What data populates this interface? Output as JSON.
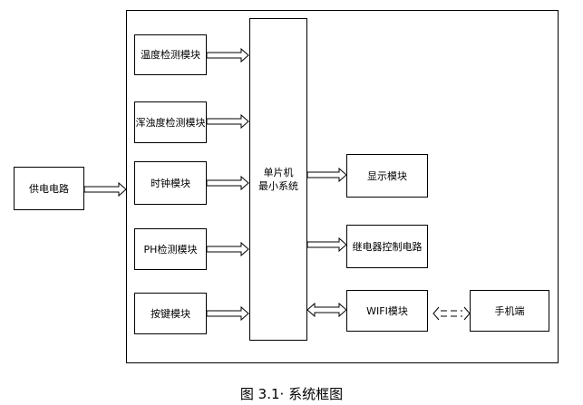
{
  "blocks": {
    "power": "供电电路",
    "temperature": "温度检测模块",
    "turbidity": "浑浊度检测模块",
    "clock": "时钟模块",
    "ph": "PH检测模块",
    "keys": "按键模块",
    "mcu_line1": "单片机",
    "mcu_line2": "最小系统",
    "display": "显示模块",
    "relay": "继电器控制电路",
    "wifi": "WIFI模块",
    "phone": "手机端"
  },
  "caption": "图 3.1· 系统框图"
}
